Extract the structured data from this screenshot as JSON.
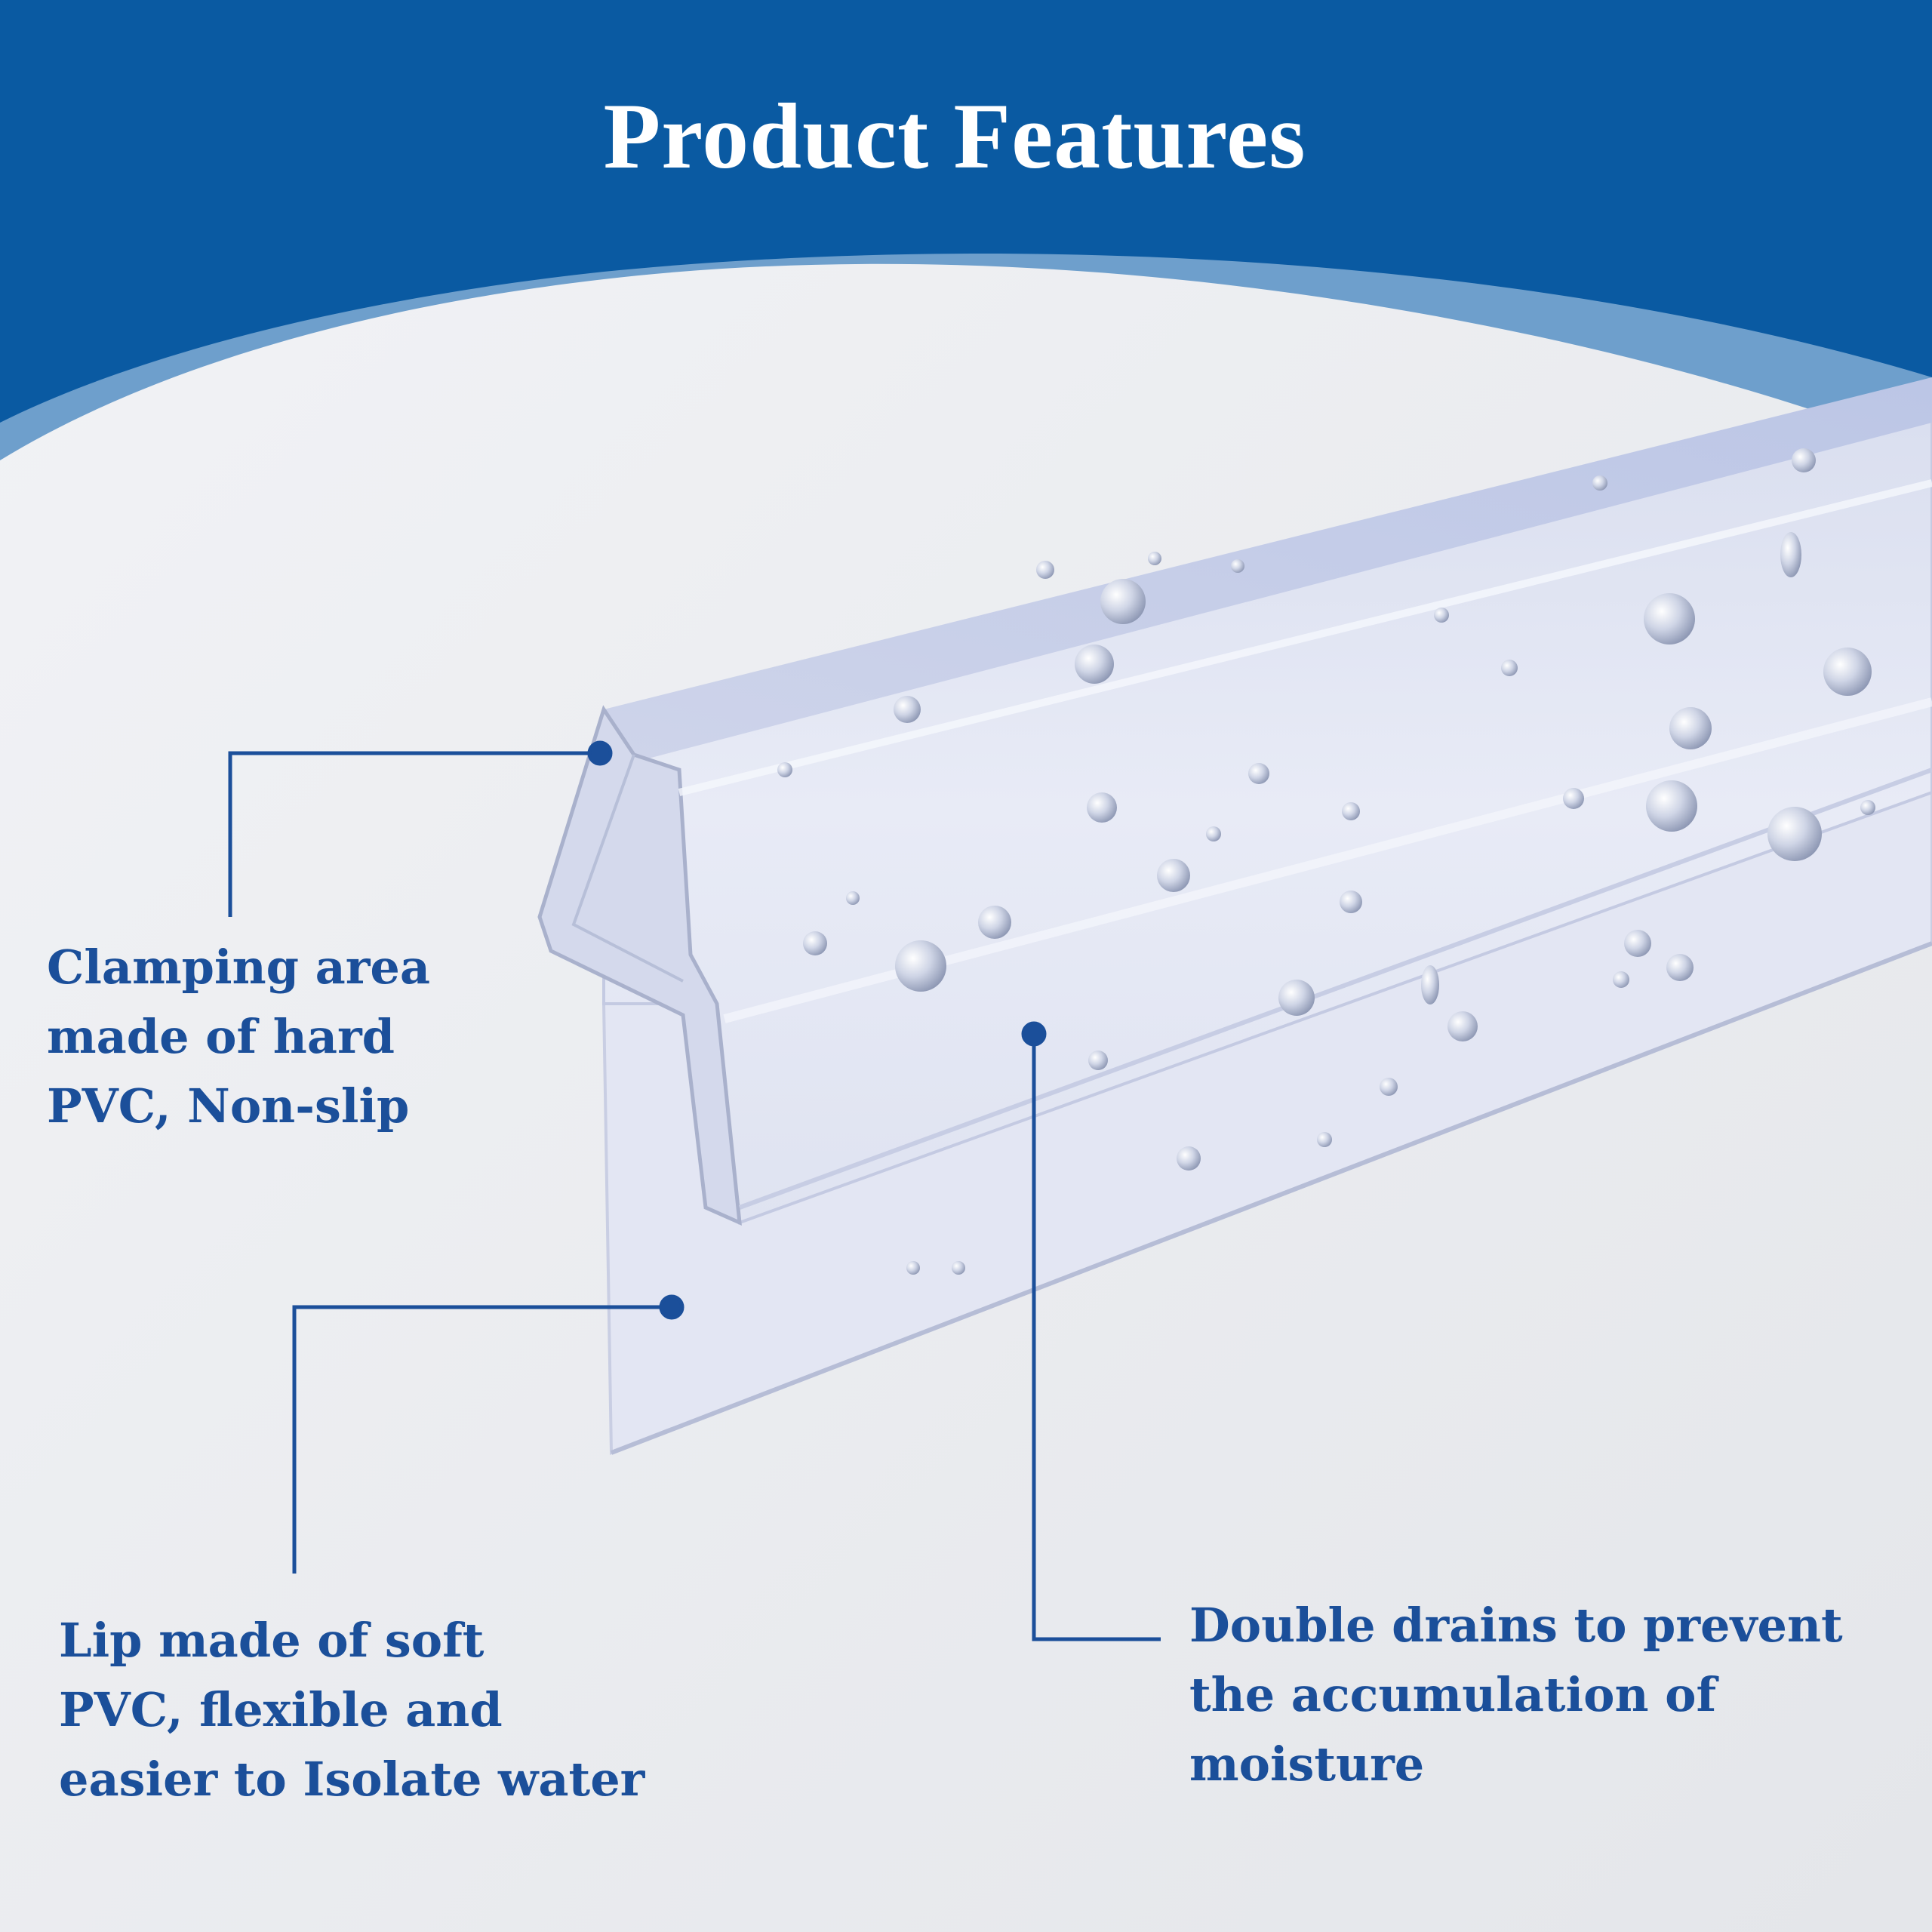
{
  "title": "Product Features",
  "colors": {
    "banner": "#0a5aa2",
    "banner_light": "#6e9fcc",
    "text": "#1b4f9a",
    "background": "#eeeff2"
  },
  "callouts": {
    "clamping": {
      "lines": [
        "Clamping area",
        "made of hard",
        "PVC, Non-slip"
      ]
    },
    "lip": {
      "lines": [
        "Lip made of soft",
        "PVC, flexible and",
        "easier to Isolate water"
      ]
    },
    "drains": {
      "lines": [
        "Double drains to prevent",
        "the accumulation of",
        "moisture"
      ]
    }
  }
}
